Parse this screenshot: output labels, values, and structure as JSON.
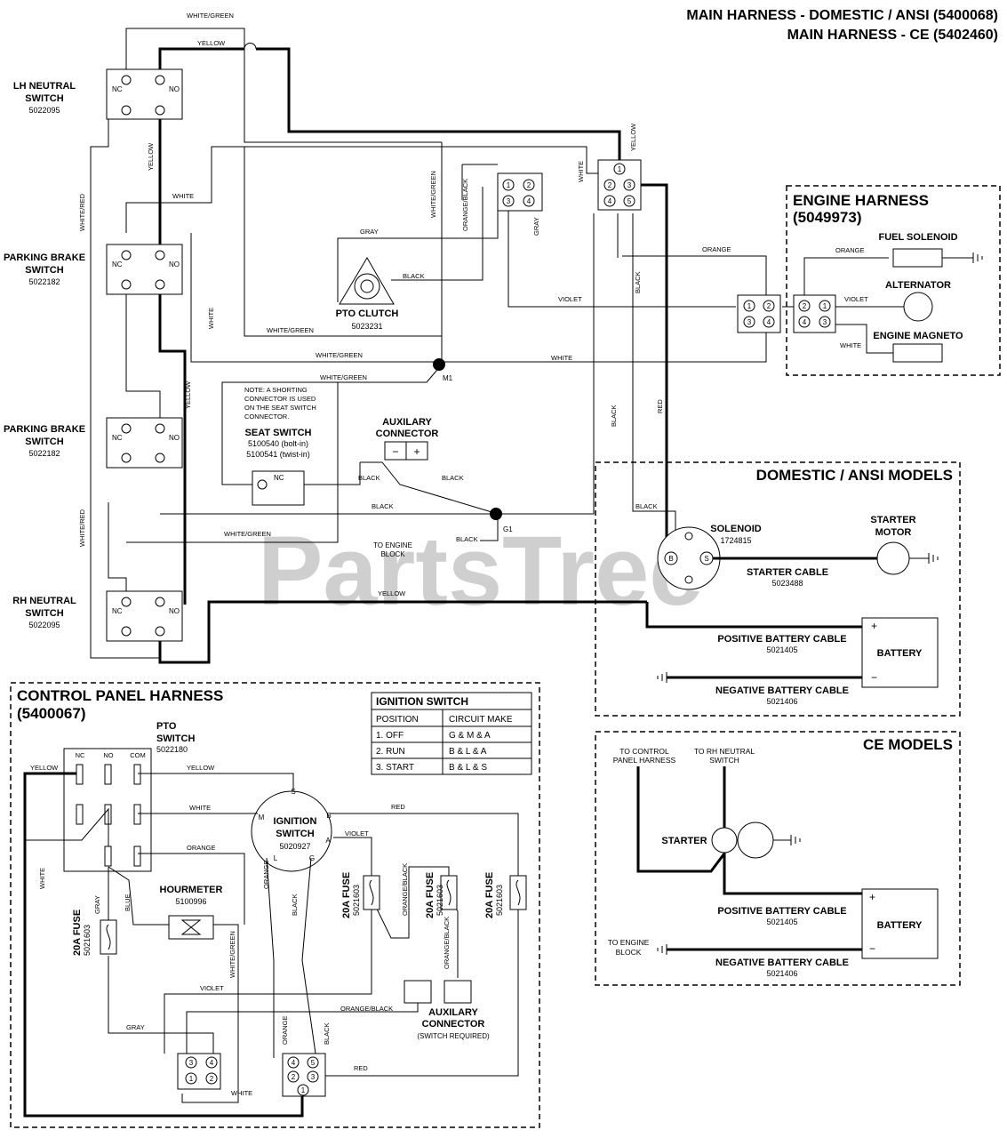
{
  "titles": {
    "line1": "MAIN HARNESS - DOMESTIC / ANSI (5400068)",
    "line2": "MAIN HARNESS - CE (5402460)"
  },
  "watermark": "PartsTree",
  "components": {
    "lh_neutral": {
      "name1": "LH NEUTRAL",
      "name2": "SWITCH",
      "part": "5022095",
      "nc": "NC",
      "no": "NO"
    },
    "parking_brake_1": {
      "name1": "PARKING BRAKE",
      "name2": "SWITCH",
      "part": "5022182",
      "nc": "NC",
      "no": "NO"
    },
    "parking_brake_2": {
      "name1": "PARKING BRAKE",
      "name2": "SWITCH",
      "part": "5022182",
      "nc": "NC",
      "no": "NO"
    },
    "rh_neutral": {
      "name1": "RH NEUTRAL",
      "name2": "SWITCH",
      "part": "5022095",
      "nc": "NC",
      "no": "NO"
    },
    "pto_clutch": {
      "name": "PTO CLUTCH",
      "part": "5023231"
    },
    "seat_switch": {
      "note": [
        "NOTE: A SHORTING",
        "CONNECTOR IS USED",
        "ON THE SEAT SWITCH",
        "CONNECTOR."
      ],
      "name": "SEAT SWITCH",
      "part1": "5100540 (bolt-in)",
      "part2": "5100541 (twist-in)",
      "nc": "NC"
    },
    "aux_connector": {
      "name1": "AUXILARY",
      "name2": "CONNECTOR",
      "minus": "−",
      "plus": "+"
    },
    "m1": "M1",
    "g1": "G1",
    "to_engine_block": {
      "line1": "TO ENGINE",
      "line2": "BLOCK"
    },
    "connector_4pin": {
      "p1": "1",
      "p2": "2",
      "p3": "3",
      "p4": "4",
      "p5": "5"
    }
  },
  "engine_harness": {
    "title1": "ENGINE HARNESS",
    "title2": "(5049973)",
    "fuel_solenoid": "FUEL SOLENOID",
    "alternator": "ALTERNATOR",
    "engine_magneto": "ENGINE MAGNETO"
  },
  "domestic": {
    "title": "DOMESTIC / ANSI MODELS",
    "solenoid": "SOLENOID",
    "solenoid_part": "1724815",
    "starter_motor1": "STARTER",
    "starter_motor2": "MOTOR",
    "starter_cable": "STARTER CABLE",
    "starter_cable_part": "5023488",
    "pos_cable": "POSITIVE BATTERY CABLE",
    "pos_cable_part": "5021405",
    "neg_cable": "NEGATIVE BATTERY CABLE",
    "neg_cable_part": "5021406",
    "battery": "BATTERY",
    "plus": "+",
    "minus": "−",
    "b": "B",
    "s": "S"
  },
  "ce": {
    "title": "CE MODELS",
    "to_control1": "TO CONTROL",
    "to_control2": "PANEL HARNESS",
    "to_rh1": "TO RH NEUTRAL",
    "to_rh2": "SWITCH",
    "starter": "STARTER",
    "pos_cable": "POSITIVE BATTERY CABLE",
    "pos_cable_part": "5021405",
    "neg_cable": "NEGATIVE BATTERY CABLE",
    "neg_cable_part": "5021406",
    "battery": "BATTERY",
    "to_engine1": "TO ENGINE",
    "to_engine2": "BLOCK",
    "plus": "+",
    "minus": "−"
  },
  "control_panel": {
    "title1": "CONTROL PANEL HARNESS",
    "title2": "(5400067)",
    "pto_switch1": "PTO",
    "pto_switch2": "SWITCH",
    "pto_part": "5022180",
    "nc": "NC",
    "no": "NO",
    "com": "COM",
    "ign1": "IGNITION",
    "ign2": "SWITCH",
    "ign_part": "5020927",
    "hourmeter": "HOURMETER",
    "hour_part": "5100996",
    "fuse": "20A FUSE",
    "fuse_part": "5021603",
    "aux1": "AUXILARY",
    "aux2": "CONNECTOR",
    "aux3": "(SWITCH REQUIRED)",
    "ign_pins": {
      "s": "S",
      "m": "M",
      "b": "B",
      "a": "A",
      "l": "L",
      "g": "G"
    }
  },
  "ignition_table": {
    "title": "IGNITION SWITCH",
    "headers": [
      "POSITION",
      "CIRCUIT MAKE"
    ],
    "rows": [
      [
        "1. OFF",
        "G & M & A"
      ],
      [
        "2. RUN",
        "B & L & A"
      ],
      [
        "3. START",
        "B & L & S"
      ]
    ]
  },
  "wire_labels": {
    "white_green": "WHITE/GREEN",
    "yellow": "YELLOW",
    "white": "WHITE",
    "white_red": "WHITE/RED",
    "gray": "GRAY",
    "black": "BLACK",
    "orange_black": "ORANGE/BLACK",
    "orange": "ORANGE",
    "violet": "VIOLET",
    "red": "RED",
    "white_green2": "WHITE/GREEN",
    "white_green3": "WHITE/GREEN",
    "white_green4": "WHITE/GREEN",
    "white_green5": "WHITE/GREEN",
    "blue": "BLUE"
  }
}
